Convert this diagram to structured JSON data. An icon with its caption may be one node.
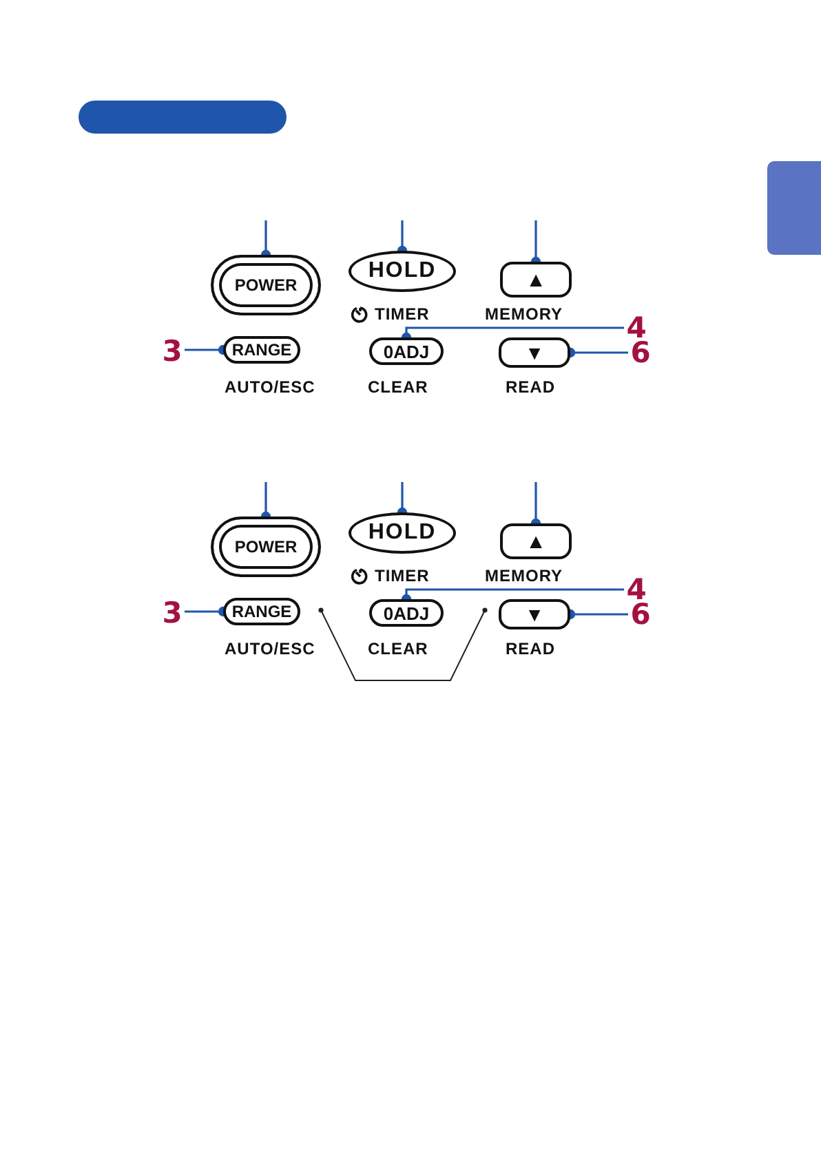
{
  "diagram": {
    "nodes": [
      {
        "text": [
          "POWER"
        ]
      },
      {
        "text": [
          "HOLD"
        ],
        "beside": [
          "TIMER"
        ]
      },
      {
        "text": [
          "▲"
        ],
        "beside": [
          "MEMORY"
        ]
      },
      {
        "text": [
          "4"
        ]
      },
      {
        "text": [
          "3"
        ]
      },
      {
        "text": [
          "RANGE"
        ],
        "beside": [
          "AUTO/ESC"
        ]
      },
      {
        "text": [
          "0ADJ"
        ],
        "beside": [
          "CLEAR"
        ]
      },
      {
        "text": [
          "▼"
        ],
        "beside": [
          "READ"
        ]
      },
      {
        "text": [
          "6"
        ]
      },
      {
        "text": [
          "POWER"
        ]
      },
      {
        "text": [
          "HOLD"
        ],
        "beside": [
          "TIMER"
        ]
      },
      {
        "text": [
          "▲"
        ],
        "beside": [
          "MEMORY"
        ]
      },
      {
        "text": [
          "4"
        ]
      },
      {
        "text": [
          "3"
        ]
      },
      {
        "text": [
          "RANGE"
        ],
        "beside": [
          "AUTO/ESC"
        ]
      },
      {
        "text": [
          "0ADJ"
        ],
        "beside": [
          "CLEAR"
        ]
      },
      {
        "text": [
          "▼"
        ],
        "beside": [
          "READ"
        ]
      },
      {
        "text": [
          "6"
        ]
      }
    ],
    "edges": [
      {
        "from": null,
        "to": 0,
        "arrow": "other"
      },
      {
        "from": null,
        "to": 1,
        "arrow": "other"
      },
      {
        "from": null,
        "to": 2,
        "arrow": "other"
      },
      {
        "from": 3,
        "to": 6,
        "arrow": "other"
      },
      {
        "from": 4,
        "to": 5,
        "arrow": "other"
      },
      {
        "from": 8,
        "to": 7,
        "arrow": "other"
      },
      {
        "from": null,
        "to": 9,
        "arrow": "other"
      },
      {
        "from": null,
        "to": 10,
        "arrow": "other"
      },
      {
        "from": null,
        "to": 11,
        "arrow": "other"
      },
      {
        "from": 12,
        "to": 15,
        "arrow": "other"
      },
      {
        "from": 13,
        "to": 14,
        "arrow": "other"
      },
      {
        "from": 17,
        "to": 16,
        "arrow": "other"
      }
    ]
  }
}
